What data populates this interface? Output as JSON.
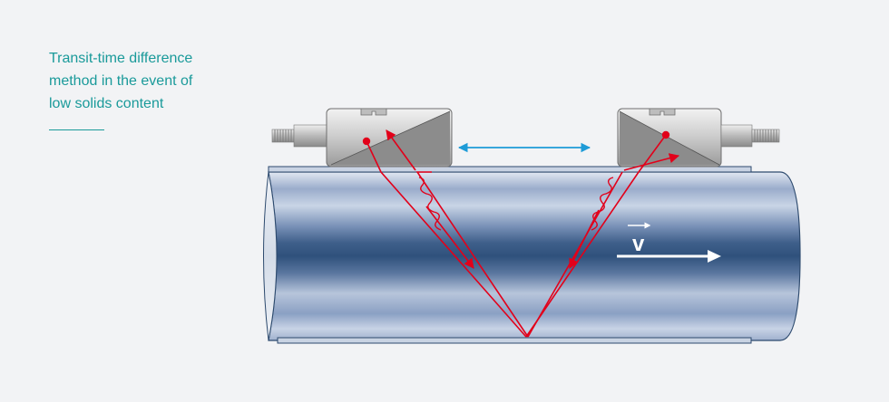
{
  "caption": {
    "lines": [
      "Transit-time difference",
      "method in the event of",
      "low solids content"
    ]
  },
  "diagram": {
    "velocity_symbol": "v",
    "colors": {
      "accent_teal": "#1a9a9a",
      "signal_red": "#e2001a",
      "double_arrow_blue": "#1e9bd7",
      "pipe_dark": "#34567f",
      "pipe_light": "#c7d3e5"
    }
  }
}
